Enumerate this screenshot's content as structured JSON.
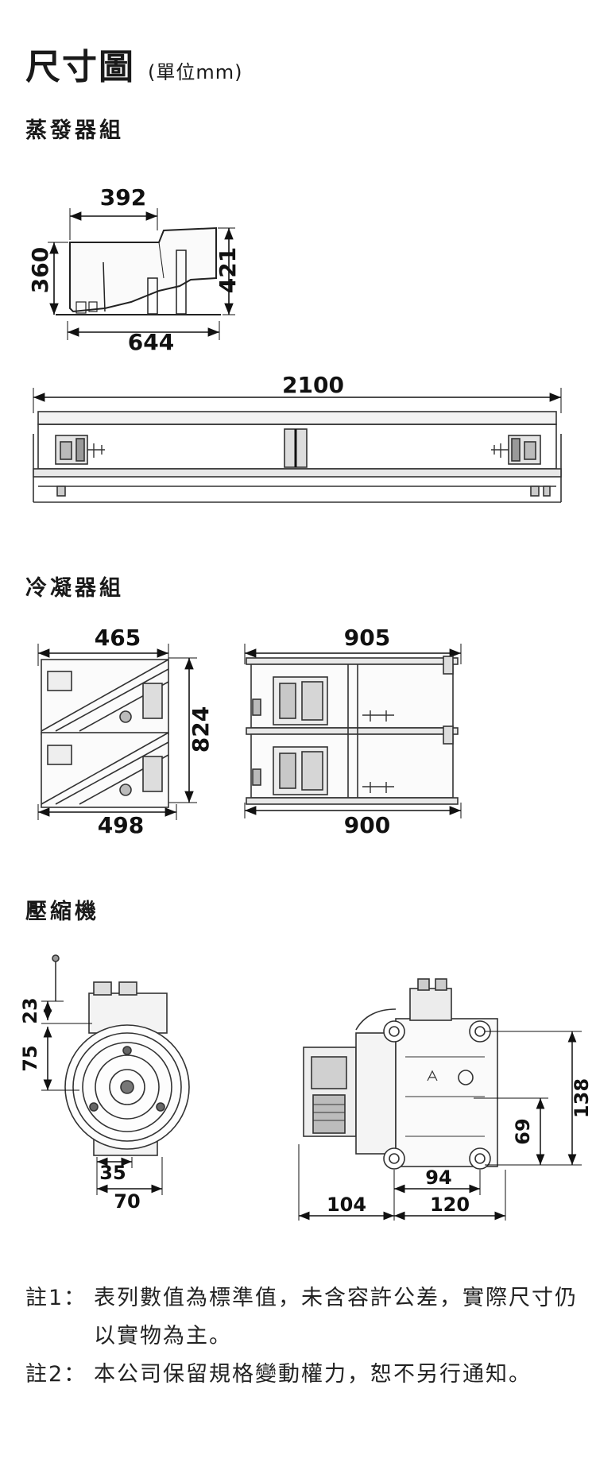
{
  "header": {
    "title": "尺寸圖",
    "unit": "(單位mm)"
  },
  "sections": {
    "evaporator": "蒸發器組",
    "condenser": "冷凝器組",
    "compressor": "壓縮機"
  },
  "dimensions": {
    "evap_side_width": "392",
    "evap_side_height_left": "360",
    "evap_side_height_right": "421",
    "evap_side_bottom": "644",
    "evap_full_width": "2100",
    "cond_side_top": "465",
    "cond_side_bottom": "498",
    "cond_height": "824",
    "cond_front_top": "905",
    "cond_front_bottom": "900",
    "comp_a": "23",
    "comp_b": "75",
    "comp_c": "35",
    "comp_d": "70",
    "comp_e": "104",
    "comp_f": "94",
    "comp_g": "120",
    "comp_h": "69",
    "comp_i": "138"
  },
  "notes": [
    {
      "label": "註1：",
      "text": "表列數值為標準值，未含容許公差，實際尺寸仍以實物為主。"
    },
    {
      "label": "註2：",
      "text": "本公司保留規格變動權力，恕不另行通知。"
    }
  ]
}
